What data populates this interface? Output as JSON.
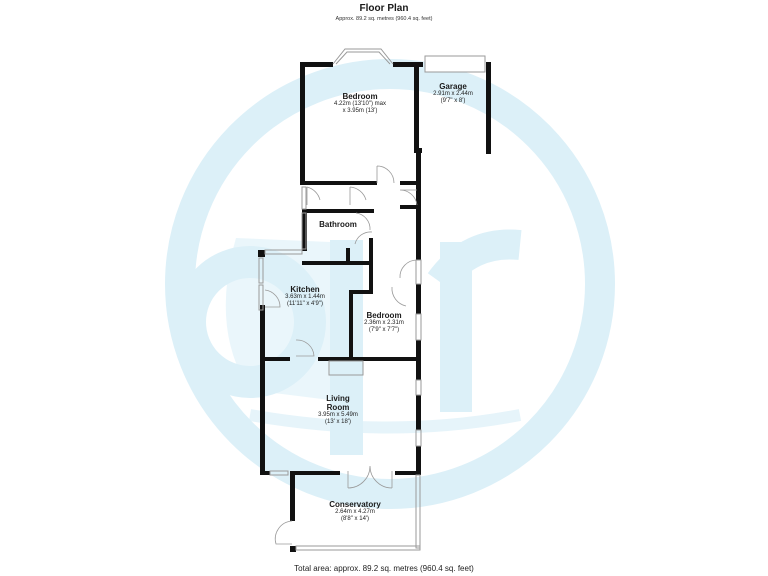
{
  "header": {
    "title": "Floor Plan",
    "subtitle": "Approx. 89.2 sq. metres (960.4 sq. feet)"
  },
  "footer": {
    "total_area": "Total area: approx. 89.2 sq. metres (960.4 sq. feet)"
  },
  "watermark": {
    "letters": "ar",
    "color": "#dcf0f8"
  },
  "colors": {
    "wall": "#111111",
    "background": "#ffffff",
    "fixture": "#9a9a9a"
  },
  "rooms": [
    {
      "id": "bedroom1",
      "name": "Bedroom",
      "dim1": "4.22m (13'10\") max",
      "dim2": "x 3.95m (13')"
    },
    {
      "id": "garage",
      "name": "Garage",
      "dim1": "2.91m x 2.44m",
      "dim2": "(9'7\" x 8')"
    },
    {
      "id": "bathroom",
      "name": "Bathroom",
      "dim1": "",
      "dim2": ""
    },
    {
      "id": "kitchen",
      "name": "Kitchen",
      "dim1": "3.63m x 1.44m",
      "dim2": "(11'11\" x 4'9\")"
    },
    {
      "id": "bedroom2",
      "name": "Bedroom",
      "dim1": "2.36m x 2.31m",
      "dim2": "(7'9\" x 7'7\")"
    },
    {
      "id": "living",
      "name": "Living",
      "name2": "Room",
      "dim1": "3.95m x 5.49m",
      "dim2": "(13' x 18')"
    },
    {
      "id": "conservatory",
      "name": "Conservatory",
      "dim1": "2.64m x 4.27m",
      "dim2": "(8'8\" x 14')"
    }
  ]
}
